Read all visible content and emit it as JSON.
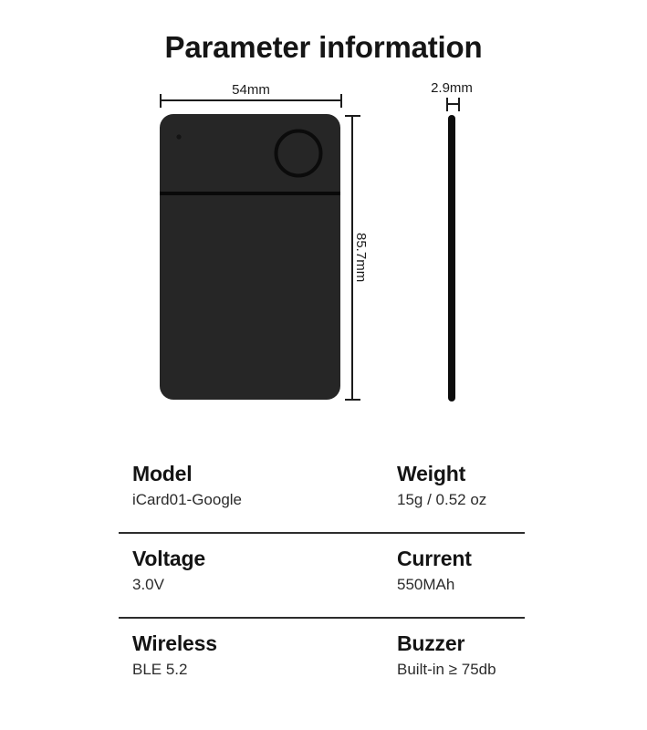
{
  "page": {
    "title": "Parameter information",
    "background_color": "#ffffff",
    "text_color": "#1c1c1c"
  },
  "diagram": {
    "device_color": "#262626",
    "outline_color": "#0a0a0a",
    "front_view": {
      "name": "card-front-view",
      "width_label": "54mm",
      "height_label": "85.7mm"
    },
    "side_view": {
      "name": "card-side-view",
      "thickness_label": "2.9mm"
    }
  },
  "specs": {
    "rows": [
      {
        "left": {
          "key": "Model",
          "value": "iCard01-Google"
        },
        "right": {
          "key": "Weight",
          "value": "15g / 0.52 oz"
        }
      },
      {
        "left": {
          "key": "Voltage",
          "value": "3.0V"
        },
        "right": {
          "key": "Current",
          "value": "550MAh"
        }
      },
      {
        "left": {
          "key": "Wireless",
          "value": "BLE 5.2"
        },
        "right": {
          "key": "Buzzer",
          "value": "Built-in ≥ 75db"
        }
      }
    ]
  }
}
